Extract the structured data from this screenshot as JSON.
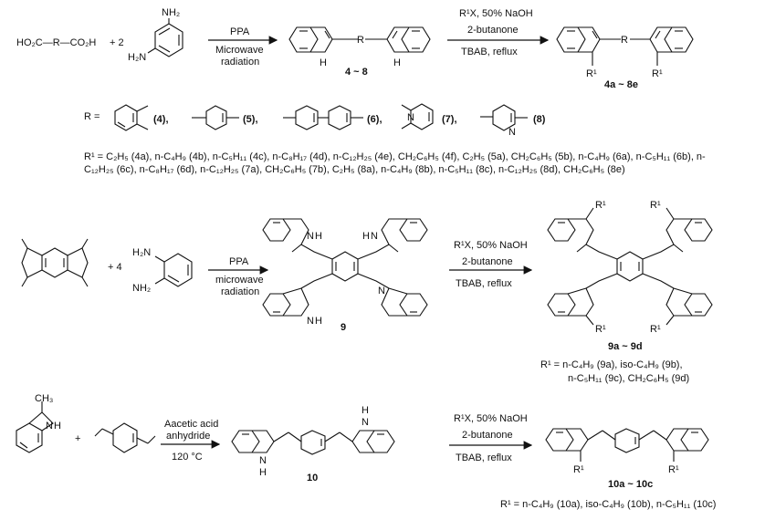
{
  "row1": {
    "reactant_formula": "HO₂C—R—CO₂H",
    "plus_2": "+ 2",
    "amine_nh2": "NH₂",
    "amine_h2n": "H₂N",
    "cond1_top": "PPA",
    "cond1_b1": "Microwave",
    "cond1_b2": "radiation",
    "cond2_top1": "R¹X, 50% NaOH",
    "cond2_top2": "2-butanone",
    "cond2_bottom": "TBAB, reflux",
    "nh": "N",
    "h": "H",
    "r": "R",
    "r1": "R¹",
    "product1_label": "4 ~ 8",
    "product2_label": "4a ~ 8e"
  },
  "r_groups": {
    "r_eq": "R =",
    "labels": [
      "(4),",
      "(5),",
      "(6),",
      "(7),",
      "(8)"
    ]
  },
  "r1_note": "R¹ = C₂H₅ (4a), n-C₄H₉ (4b), n-C₅H₁₁ (4c), n-C₈H₁₇ (4d), n-C₁₂H₂₅ (4e), CH₂C₆H₅ (4f), C₂H₅ (5a), CH₂C₆H₅ (5b), n-C₄H₉ (6a), n-C₅H₁₁ (6b), n-C₁₂H₂₅ (6c), n-C₈H₁₇ (6d), n-C₁₂H₂₅ (7a), CH₂C₆H₅ (7b), C₂H₅ (8a), n-C₄H₉ (8b), n-C₅H₁₁ (8c), n-C₁₂H₂₅ (8d), CH₂C₆H₅ (8e)",
  "row2": {
    "plus_4": "+ 4",
    "amine_h2n": "H₂N",
    "amine_nh2": "NH₂",
    "cond1_top": "PPA",
    "cond1_b1": "microwave",
    "cond1_b2": "radiation",
    "cond2_top1": "R¹X, 50% NaOH",
    "cond2_top2": "2-butanone",
    "cond2_bottom": "TBAB, reflux",
    "product1_label": "9",
    "product2_label": "9a ~ 9d",
    "note1": "R¹ = n-C₄H₉ (9a), iso-C₄H₉ (9b),",
    "note2": "n-C₅H₁₁ (9c), CH₂C₆H₅ (9d)"
  },
  "row3": {
    "ch3": "CH₃",
    "plus": "+",
    "cond1_top1": "Aacetic acid",
    "cond1_top2": "anhydride",
    "cond1_bottom": "120 °C",
    "cond2_top1": "R¹X, 50% NaOH",
    "cond2_top2": "2-butanone",
    "cond2_bottom": "TBAB, reflux",
    "product1_label": "10",
    "product2_label": "10a ~ 10c",
    "note": "R¹ = n-C₄H₉ (10a), iso-C₄H₉ (10b), n-C₅H₁₁ (10c)"
  }
}
